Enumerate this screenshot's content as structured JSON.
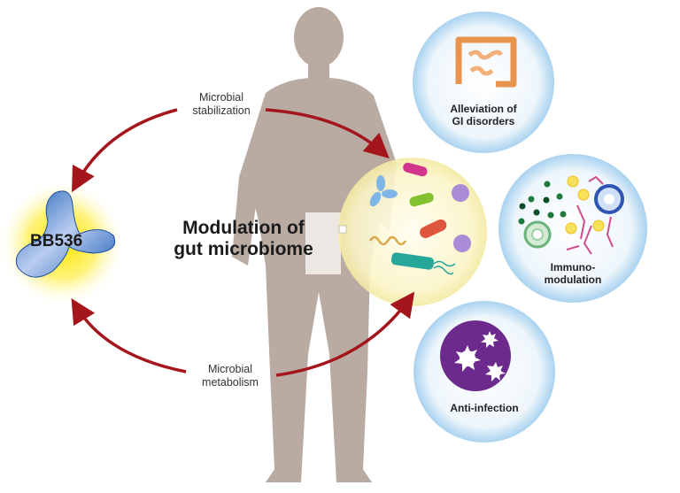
{
  "probiotic": {
    "label": "BB536"
  },
  "center": {
    "line1": "Modulation of",
    "line2": "gut microbiome"
  },
  "arrows": {
    "top": {
      "line1": "Microbial",
      "line2": "stabilization"
    },
    "bottom": {
      "line1": "Microbial",
      "line2": "metabolism"
    }
  },
  "outcomes": [
    {
      "line1": "Alleviation of",
      "line2": "GI disorders",
      "icon": "intestine-icon"
    },
    {
      "line1": "Immuno-",
      "line2": "modulation",
      "icon": "immune-cells-icon"
    },
    {
      "line1": "Anti-infection",
      "line2": "",
      "icon": "pathogen-icon"
    }
  ],
  "colors": {
    "arrow": "#a5151c",
    "silhouette": "#b9aba2",
    "probiotic": "#2f6fc0",
    "glow": "#ffe84a",
    "bubble": "#cfe6f7"
  }
}
